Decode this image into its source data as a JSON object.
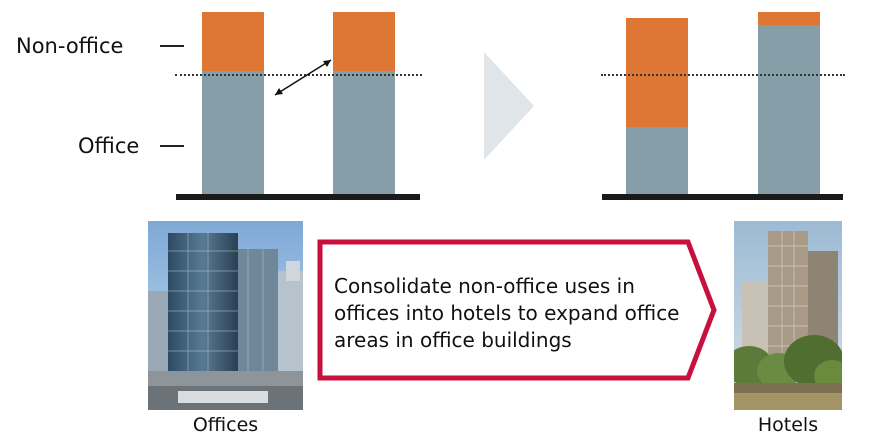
{
  "labels": {
    "non_office": "Non-office",
    "office": "Office"
  },
  "callout": {
    "text": "Consolidate non-office uses in offices into hotels to expand office areas in office buildings"
  },
  "captions": {
    "offices": "Offices",
    "hotels": "Hotels"
  },
  "colors": {
    "office": "#869ea8",
    "non_office": "#dd7733",
    "arrow_gray": "#dfe5e8",
    "callout_border": "#c8103e"
  },
  "chart_data": [
    {
      "type": "bar",
      "stacked": true,
      "categories": [
        "",
        ""
      ],
      "series": [
        {
          "name": "Office",
          "values": [
            0.66,
            0.66
          ]
        },
        {
          "name": "Non-office",
          "values": [
            0.34,
            0.34
          ]
        }
      ],
      "ylim": [
        0,
        1
      ],
      "reference_line": 0.66
    },
    {
      "type": "bar",
      "stacked": true,
      "categories": [
        "",
        ""
      ],
      "series": [
        {
          "name": "Office",
          "values": [
            0.36,
            0.91
          ]
        },
        {
          "name": "Non-office",
          "values": [
            0.61,
            0.09
          ]
        }
      ],
      "ylim": [
        0,
        1
      ],
      "reference_line": 0.66
    }
  ],
  "icons": {
    "transition_arrow": "chevron-right-icon",
    "adjust_arrow": "double-arrow-icon",
    "offices_photo": "office-building-photo",
    "hotels_photo": "hotel-building-photo"
  }
}
